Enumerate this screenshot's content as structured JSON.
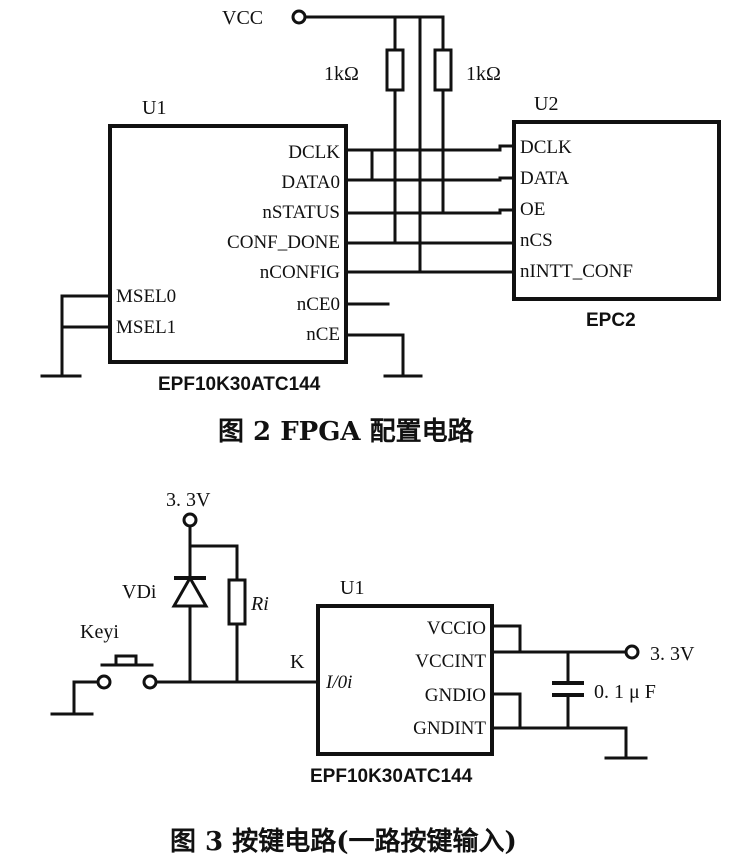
{
  "figure2": {
    "caption": "图 2  FPGA 配置电路",
    "vcc_label": "VCC",
    "resistor1_label": "1kΩ",
    "resistor2_label": "1kΩ",
    "u1": {
      "ref": "U1",
      "part": "EPF10K30ATC144",
      "pins_right": [
        "DCLK",
        "DATA0",
        "nSTATUS",
        "CONF_DONE",
        "nCONFIG",
        "nCE0",
        "nCE"
      ],
      "pins_left": [
        "MSEL0",
        "MSEL1"
      ]
    },
    "u2": {
      "ref": "U2",
      "part": "EPC2",
      "pins_left": [
        "DCLK",
        "DATA",
        "OE",
        "nCS",
        "nINTT_CONF"
      ]
    }
  },
  "figure3": {
    "caption": "图 3  按键电路(一路按键输入)",
    "supply_top": "3. 3V",
    "diode_label": "VDi",
    "resistor_label": "Ri",
    "key_label": "Keyi",
    "node_label": "K",
    "supply_right": "3. 3V",
    "cap_label": "0. 1 μ F",
    "u1": {
      "ref": "U1",
      "part": "EPF10K30ATC144",
      "pin_left": "I/0i",
      "pins_right": [
        "VCCIO",
        "VCCINT",
        "GNDIO",
        "GNDINT"
      ]
    }
  }
}
